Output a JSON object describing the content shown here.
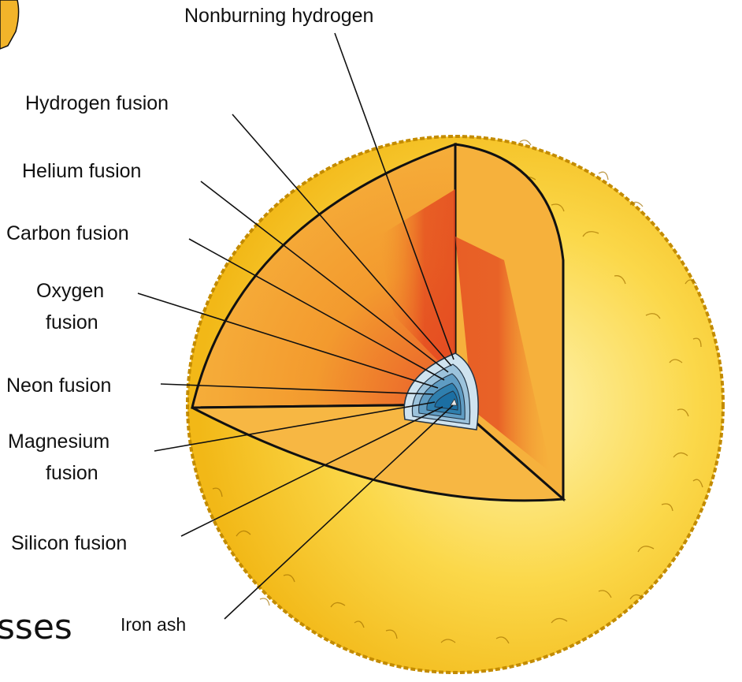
{
  "fragment_text": "sses",
  "labels": {
    "nonburning_hydrogen": "Nonburning hydrogen",
    "hydrogen_fusion": "Hydrogen fusion",
    "helium_fusion": "Helium fusion",
    "carbon_fusion": "Carbon fusion",
    "oxygen_fusion_line1": "Oxygen",
    "oxygen_fusion_line2": "fusion",
    "neon_fusion": "Neon fusion",
    "magnesium_fusion_line1": "Magnesium",
    "magnesium_fusion_line2": "fusion",
    "silicon_fusion": "Silicon fusion",
    "iron_ash": "Iron ash"
  },
  "colors": {
    "envelope_outer": "#f2c21a",
    "envelope_inner": "#fde68a",
    "cutaway_orange": "#f39a2e",
    "cutaway_red": "#e3441f",
    "core_blue_dark": "#1c6fa3",
    "core_blue_light": "#cfe3ef"
  }
}
